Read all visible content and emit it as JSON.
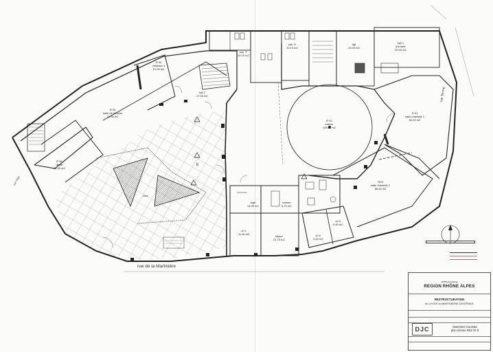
{
  "rooms": [
    {
      "id": "vestiaire",
      "name": "R 04\nvestiaire 4",
      "area": "21.00 m2"
    },
    {
      "id": "salle-reunion",
      "name": "R 05\nsalle de réunion",
      "area": "71.00 m2"
    },
    {
      "id": "hall-2",
      "name": "hall 2",
      "area": "17.00 m2"
    },
    {
      "id": "san-f",
      "name": "san. F",
      "area": "10.10 m2"
    },
    {
      "id": "san-h",
      "name": "san. H",
      "area": "10.10 m2"
    },
    {
      "id": "dgt",
      "name": "dgt",
      "area": "10.00 m2"
    },
    {
      "id": "hall-1",
      "name": "hall 1\nd'entrée",
      "area": "20.00 m2"
    },
    {
      "id": "salle-activite-1",
      "name": "R 01\nsalle d'activité 1",
      "area": "60.00 m2"
    },
    {
      "id": "entree",
      "name": "R 02\nentrée",
      "area": "198.00 m2"
    },
    {
      "id": "depot",
      "name": "R 06\ndépôt",
      "area": "15.40 m2"
    },
    {
      "id": "salle-activite-2",
      "name": "R03\nsalle d'activité 2",
      "area": "88.00 m2"
    },
    {
      "id": "loge",
      "name": "loge",
      "area": "14.00 m2"
    },
    {
      "id": "cuisine",
      "name": "cuisine",
      "area": "8.70 m2"
    },
    {
      "id": "ch-1",
      "name": "ch.1",
      "area": "11.00 m2"
    },
    {
      "id": "sejour",
      "name": "séjour",
      "area": "21.70 m2"
    },
    {
      "id": "ch-2",
      "name": "ch.2",
      "area": "9.00 m2"
    },
    {
      "id": "ch-3",
      "name": "ch.3",
      "area": "9.40 m2"
    }
  ],
  "labels": {
    "street_martiniere": "rue de la Martinière",
    "street_terme": "rue Terme",
    "street_vitet": "rue Vitet",
    "cour": "cour",
    "stamp_letter": "E"
  },
  "title_block": {
    "client_pre": "MAÎTRE D'OUVRAGE",
    "client": "REGION RHÔNE ALPES",
    "project_1": "RESTRUCTURATION",
    "project_2": "du LYCEE la MARTINIERE CENTRALE",
    "sheet_title": "Martinière Centrale",
    "sheet_sub": "plan niveau REZ Nº 8",
    "logo": "DJC"
  },
  "colors": {
    "ink": "#2b2b2b",
    "paper": "#fbfbfa",
    "grid": "#8a8a8a"
  }
}
